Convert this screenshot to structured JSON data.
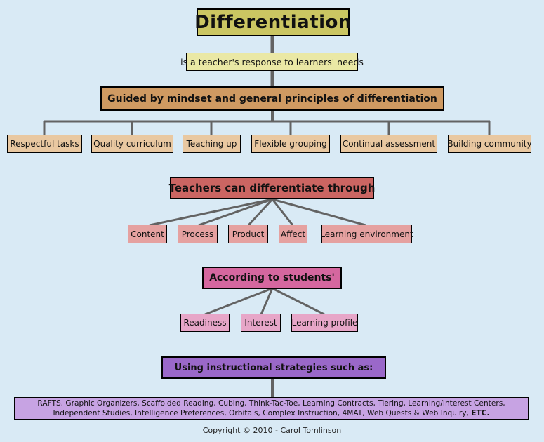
{
  "page": {
    "background": "#d9eaf5",
    "connector_color": "#636363",
    "copyright": "Copyright © 2010 - Carol Tomlinson"
  },
  "diagram": {
    "title": {
      "label": "Differentiation",
      "bg": "#cbc662"
    },
    "subtitle": {
      "label": "is a teacher's response to learners' needs",
      "bg": "#eae8a5"
    },
    "principles": {
      "header": {
        "label": "Guided by mindset and general principles of differentiation",
        "bg": "#cf9a62"
      },
      "item_bg": "#e9c8a1",
      "items": [
        {
          "label": "Respectful tasks"
        },
        {
          "label": "Quality curriculum"
        },
        {
          "label": "Teaching up"
        },
        {
          "label": "Flexible grouping"
        },
        {
          "label": "Continual assessment"
        },
        {
          "label": "Building community"
        }
      ]
    },
    "differentiate": {
      "header": {
        "label": "Teachers can differentiate through",
        "bg": "#cb6562"
      },
      "item_bg": "#e5a1a0",
      "items": [
        {
          "label": "Content"
        },
        {
          "label": "Process"
        },
        {
          "label": "Product"
        },
        {
          "label": "Affect"
        },
        {
          "label": "Learning environment"
        }
      ]
    },
    "students": {
      "header": {
        "label": "According to students'",
        "bg": "#d5679f"
      },
      "item_bg": "#e7a6c8",
      "items": [
        {
          "label": "Readiness"
        },
        {
          "label": "Interest"
        },
        {
          "label": "Learning profile"
        }
      ]
    },
    "strategies": {
      "header": {
        "label": "Using instructional strategies such as:",
        "bg": "#9a68c9"
      },
      "list_bg": "#c7a3e3",
      "line1": "RAFTS, Graphic Organizers, Scaffolded Reading, Cubing, Think-Tac-Toe, Learning Contracts, Tiering,  Learning/Interest Centers,",
      "line2": "Independent Studies, Intelligence Preferences, Orbitals, Complex Instruction, 4MAT, Web Quests & Web Inquiry,",
      "etc": "ETC."
    }
  }
}
